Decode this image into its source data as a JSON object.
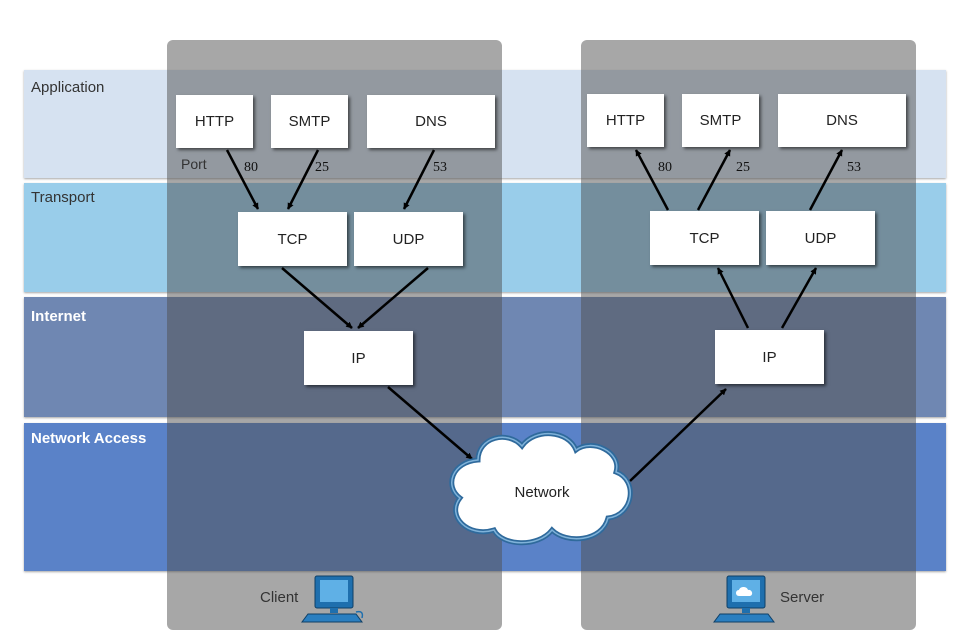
{
  "layers": {
    "application": "Application",
    "transport": "Transport",
    "internet": "Internet",
    "network_access": "Network Access"
  },
  "client": {
    "label": "Client",
    "http": "HTTP",
    "smtp": "SMTP",
    "dns": "DNS",
    "tcp": "TCP",
    "udp": "UDP",
    "ip": "IP",
    "port_word": "Port",
    "port_http": "80",
    "port_smtp": "25",
    "port_dns": "53"
  },
  "server": {
    "label": "Server",
    "http": "HTTP",
    "smtp": "SMTP",
    "dns": "DNS",
    "tcp": "TCP",
    "udp": "UDP",
    "ip": "IP",
    "port_http": "80",
    "port_smtp": "25",
    "port_dns": "53"
  },
  "network": "Network",
  "icons": [
    "client-computer-icon",
    "server-computer-icon",
    "network-cloud-icon"
  ]
}
